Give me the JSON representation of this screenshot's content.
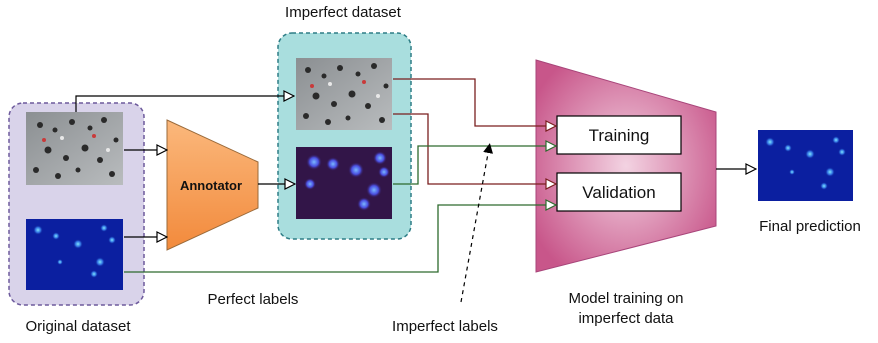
{
  "labels": {
    "imperfect_dataset": "Imperfect dataset",
    "annotator": "Annotator",
    "training": "Training",
    "validation": "Validation",
    "final_prediction": "Final prediction",
    "perfect_labels": "Perfect labels",
    "original_dataset": "Original dataset",
    "model_training_line1": "Model training on",
    "model_training_line2": "imperfect data",
    "imperfect_labels": "Imperfect labels"
  },
  "colors": {
    "original_box_fill": "#d9d3ea",
    "original_box_stroke": "#6d5a9c",
    "imperfect_box_fill": "#a9dede",
    "imperfect_box_stroke": "#2e7d86",
    "annotator_fill": "#f7a15c",
    "model_fill": "#d36a98",
    "arrow_red": "#7a1f1f",
    "arrow_green": "#2d6a2d",
    "arrow_black": "#000000"
  }
}
